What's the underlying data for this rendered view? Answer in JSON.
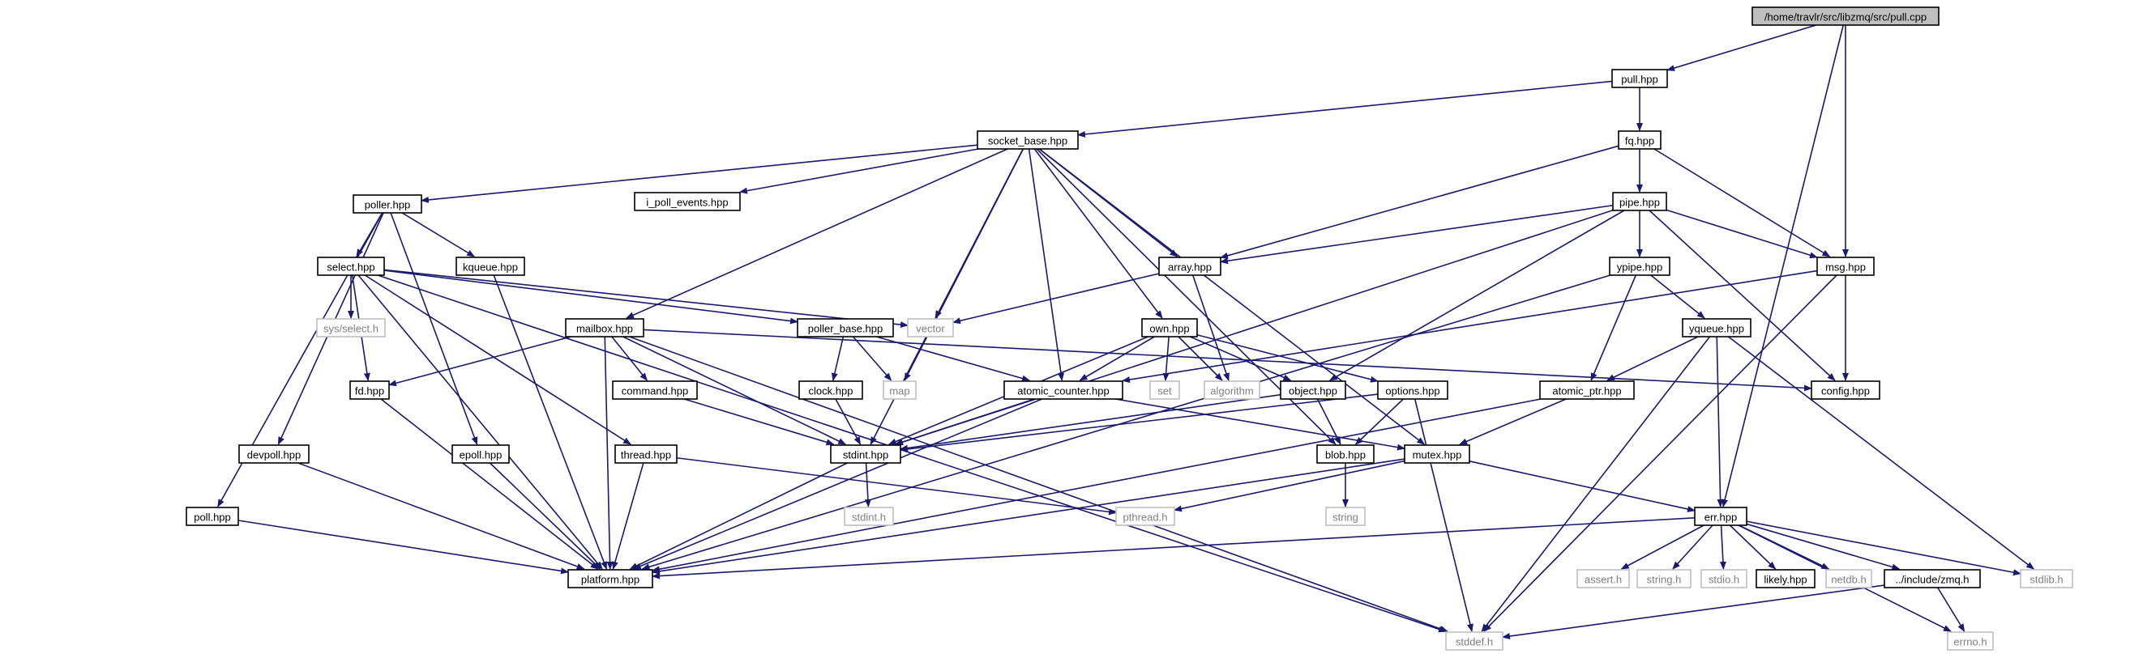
{
  "diagram": {
    "colors": {
      "edge": "#191970",
      "root_fill": "#bfbfbf",
      "node_fill": "#ffffff",
      "node_stroke": "#000000",
      "ext_stroke": "#bfbfbf",
      "ext_text": "#808080",
      "text": "#000000"
    },
    "nodes": [
      {
        "id": "pull_cpp",
        "label": "/home/travlr/src/libzmq/src/pull.cpp",
        "kind": "root"
      },
      {
        "id": "pull_hpp",
        "label": "pull.hpp",
        "kind": "file"
      },
      {
        "id": "socket_base",
        "label": "socket_base.hpp",
        "kind": "file"
      },
      {
        "id": "fq",
        "label": "fq.hpp",
        "kind": "file"
      },
      {
        "id": "poller",
        "label": "poller.hpp",
        "kind": "file"
      },
      {
        "id": "i_poll",
        "label": "i_poll_events.hpp",
        "kind": "file"
      },
      {
        "id": "pipe",
        "label": "pipe.hpp",
        "kind": "file"
      },
      {
        "id": "select",
        "label": "select.hpp",
        "kind": "file"
      },
      {
        "id": "kqueue",
        "label": "kqueue.hpp",
        "kind": "file"
      },
      {
        "id": "array",
        "label": "array.hpp",
        "kind": "file"
      },
      {
        "id": "ypipe",
        "label": "ypipe.hpp",
        "kind": "file"
      },
      {
        "id": "msg",
        "label": "msg.hpp",
        "kind": "file"
      },
      {
        "id": "sysselect",
        "label": "sys/select.h",
        "kind": "ext"
      },
      {
        "id": "vector",
        "label": "vector",
        "kind": "ext"
      },
      {
        "id": "mailbox",
        "label": "mailbox.hpp",
        "kind": "file"
      },
      {
        "id": "poller_base",
        "label": "poller_base.hpp",
        "kind": "file"
      },
      {
        "id": "own",
        "label": "own.hpp",
        "kind": "file"
      },
      {
        "id": "yqueue",
        "label": "yqueue.hpp",
        "kind": "file"
      },
      {
        "id": "fd",
        "label": "fd.hpp",
        "kind": "file"
      },
      {
        "id": "command",
        "label": "command.hpp",
        "kind": "file"
      },
      {
        "id": "clock",
        "label": "clock.hpp",
        "kind": "file"
      },
      {
        "id": "map",
        "label": "map",
        "kind": "ext"
      },
      {
        "id": "atomic_counter",
        "label": "atomic_counter.hpp",
        "kind": "file"
      },
      {
        "id": "set",
        "label": "set",
        "kind": "ext"
      },
      {
        "id": "algorithm",
        "label": "algorithm",
        "kind": "ext"
      },
      {
        "id": "object",
        "label": "object.hpp",
        "kind": "file"
      },
      {
        "id": "options",
        "label": "options.hpp",
        "kind": "file"
      },
      {
        "id": "atomic_ptr",
        "label": "atomic_ptr.hpp",
        "kind": "file"
      },
      {
        "id": "config",
        "label": "config.hpp",
        "kind": "file"
      },
      {
        "id": "devpoll",
        "label": "devpoll.hpp",
        "kind": "file"
      },
      {
        "id": "epoll",
        "label": "epoll.hpp",
        "kind": "file"
      },
      {
        "id": "thread",
        "label": "thread.hpp",
        "kind": "file"
      },
      {
        "id": "stdint_hpp",
        "label": "stdint.hpp",
        "kind": "file"
      },
      {
        "id": "blob",
        "label": "blob.hpp",
        "kind": "file"
      },
      {
        "id": "mutex",
        "label": "mutex.hpp",
        "kind": "file"
      },
      {
        "id": "poll",
        "label": "poll.hpp",
        "kind": "file"
      },
      {
        "id": "stdint_h",
        "label": "stdint.h",
        "kind": "ext"
      },
      {
        "id": "pthread",
        "label": "pthread.h",
        "kind": "ext"
      },
      {
        "id": "string",
        "label": "string",
        "kind": "ext"
      },
      {
        "id": "err",
        "label": "err.hpp",
        "kind": "file"
      },
      {
        "id": "platform",
        "label": "platform.hpp",
        "kind": "file"
      },
      {
        "id": "assert",
        "label": "assert.h",
        "kind": "ext"
      },
      {
        "id": "string_h",
        "label": "string.h",
        "kind": "ext"
      },
      {
        "id": "stdio",
        "label": "stdio.h",
        "kind": "ext"
      },
      {
        "id": "likely",
        "label": "likely.hpp",
        "kind": "file"
      },
      {
        "id": "netdb",
        "label": "netdb.h",
        "kind": "ext"
      },
      {
        "id": "zmq_h",
        "label": "../include/zmq.h",
        "kind": "file"
      },
      {
        "id": "stdlib",
        "label": "stdlib.h",
        "kind": "ext"
      },
      {
        "id": "errno",
        "label": "errno.h",
        "kind": "ext"
      },
      {
        "id": "stddef",
        "label": "stddef.h",
        "kind": "ext"
      }
    ],
    "edges": [
      [
        "pull_cpp",
        "pull_hpp"
      ],
      [
        "pull_cpp",
        "msg"
      ],
      [
        "pull_cpp",
        "err"
      ],
      [
        "pull_hpp",
        "socket_base"
      ],
      [
        "pull_hpp",
        "fq"
      ],
      [
        "socket_base",
        "poller"
      ],
      [
        "socket_base",
        "i_poll"
      ],
      [
        "socket_base",
        "mailbox"
      ],
      [
        "socket_base",
        "stdint_hpp"
      ],
      [
        "socket_base",
        "vector"
      ],
      [
        "socket_base",
        "map"
      ],
      [
        "socket_base",
        "array"
      ],
      [
        "socket_base",
        "atomic_counter"
      ],
      [
        "socket_base",
        "own"
      ],
      [
        "socket_base",
        "blob"
      ],
      [
        "socket_base",
        "mutex"
      ],
      [
        "fq",
        "array"
      ],
      [
        "fq",
        "pipe"
      ],
      [
        "fq",
        "msg"
      ],
      [
        "poller",
        "select"
      ],
      [
        "poller",
        "kqueue"
      ],
      [
        "poller",
        "devpoll"
      ],
      [
        "poller",
        "epoll"
      ],
      [
        "poller",
        "poll"
      ],
      [
        "pipe",
        "array"
      ],
      [
        "pipe",
        "stdint_hpp"
      ],
      [
        "pipe",
        "object"
      ],
      [
        "pipe",
        "ypipe"
      ],
      [
        "pipe",
        "msg"
      ],
      [
        "pipe",
        "config"
      ],
      [
        "select",
        "sysselect"
      ],
      [
        "select",
        "vector"
      ],
      [
        "select",
        "poller_base"
      ],
      [
        "select",
        "fd"
      ],
      [
        "select",
        "thread"
      ],
      [
        "select",
        "platform"
      ],
      [
        "select",
        "stddef"
      ],
      [
        "kqueue",
        "platform"
      ],
      [
        "array",
        "vector"
      ],
      [
        "array",
        "algorithm"
      ],
      [
        "ypipe",
        "atomic_ptr"
      ],
      [
        "ypipe",
        "yqueue"
      ],
      [
        "ypipe",
        "platform"
      ],
      [
        "msg",
        "config"
      ],
      [
        "msg",
        "atomic_counter"
      ],
      [
        "msg",
        "stddef"
      ],
      [
        "mailbox",
        "fd"
      ],
      [
        "mailbox",
        "command"
      ],
      [
        "mailbox",
        "stdint_hpp"
      ],
      [
        "mailbox",
        "platform"
      ],
      [
        "mailbox",
        "config"
      ],
      [
        "mailbox",
        "stddef"
      ],
      [
        "poller_base",
        "clock"
      ],
      [
        "poller_base",
        "map"
      ],
      [
        "poller_base",
        "atomic_counter"
      ],
      [
        "own",
        "atomic_counter"
      ],
      [
        "own",
        "set"
      ],
      [
        "own",
        "algorithm"
      ],
      [
        "own",
        "object"
      ],
      [
        "own",
        "options"
      ],
      [
        "own",
        "stdint_hpp"
      ],
      [
        "yqueue",
        "atomic_ptr"
      ],
      [
        "yqueue",
        "err"
      ],
      [
        "yqueue",
        "stdlib"
      ],
      [
        "yqueue",
        "stddef"
      ],
      [
        "fd",
        "platform"
      ],
      [
        "command",
        "stdint_hpp"
      ],
      [
        "clock",
        "stdint_hpp"
      ],
      [
        "atomic_counter",
        "stdint_hpp"
      ],
      [
        "atomic_counter",
        "mutex"
      ],
      [
        "atomic_counter",
        "platform"
      ],
      [
        "object",
        "stdint_hpp"
      ],
      [
        "object",
        "blob"
      ],
      [
        "options",
        "blob"
      ],
      [
        "options",
        "stdint_hpp"
      ],
      [
        "options",
        "stddef"
      ],
      [
        "atomic_ptr",
        "mutex"
      ],
      [
        "atomic_ptr",
        "platform"
      ],
      [
        "devpoll",
        "platform"
      ],
      [
        "epoll",
        "platform"
      ],
      [
        "thread",
        "platform"
      ],
      [
        "thread",
        "pthread"
      ],
      [
        "stdint_hpp",
        "stdint_h"
      ],
      [
        "stdint_hpp",
        "platform"
      ],
      [
        "blob",
        "string"
      ],
      [
        "mutex",
        "pthread"
      ],
      [
        "mutex",
        "err"
      ],
      [
        "mutex",
        "platform"
      ],
      [
        "poll",
        "platform"
      ],
      [
        "err",
        "platform"
      ],
      [
        "err",
        "assert"
      ],
      [
        "err",
        "string_h"
      ],
      [
        "err",
        "stdio"
      ],
      [
        "err",
        "likely"
      ],
      [
        "err",
        "netdb"
      ],
      [
        "err",
        "zmq_h"
      ],
      [
        "err",
        "stdlib"
      ],
      [
        "err",
        "errno"
      ],
      [
        "zmq_h",
        "errno"
      ],
      [
        "zmq_h",
        "stddef"
      ]
    ]
  }
}
